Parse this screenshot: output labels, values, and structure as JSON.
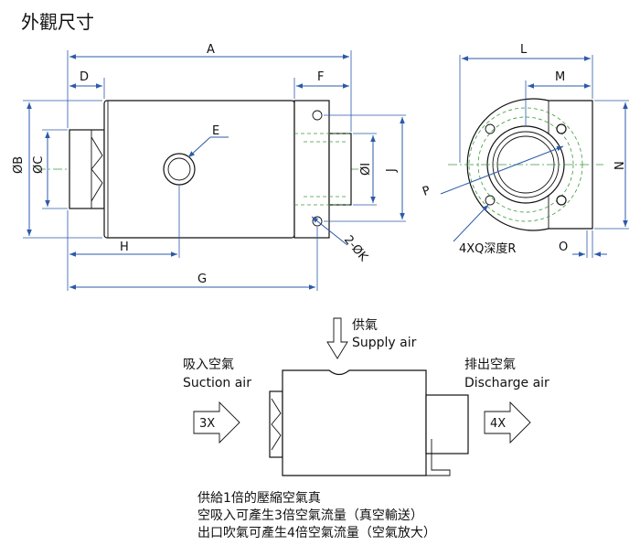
{
  "title": "外觀尺寸",
  "dimensions": {
    "A": "A",
    "B": "ØB",
    "C": "ØC",
    "D": "D",
    "E": "E",
    "F": "F",
    "G": "G",
    "H": "H",
    "I": "ØI",
    "J": "J",
    "K": "2-ØK",
    "L": "L",
    "M": "M",
    "N": "N",
    "O": "O",
    "P": "P",
    "QR": "4XQ深度R"
  },
  "flow": {
    "supply_cn": "供氣",
    "supply_en": "Supply air",
    "suction_cn": "吸入空氣",
    "suction_en": "Suction air",
    "discharge_cn": "排出空氣",
    "discharge_en": "Discharge air",
    "in_multiplier": "3X",
    "out_multiplier": "4X"
  },
  "notes": [
    "供給1倍的壓縮空氣真",
    "空吸入可產生3倍空氣流量（真空輸送）",
    "出口吹氣可產生4倍空氣流量（空氣放大）"
  ]
}
